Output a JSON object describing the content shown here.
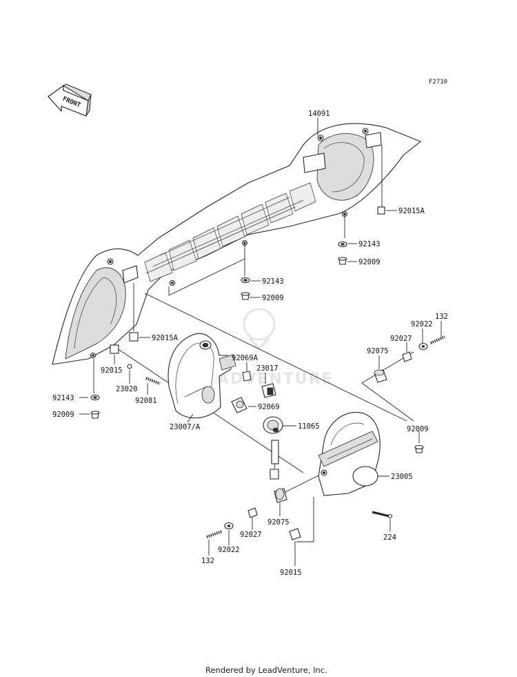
{
  "figure_id": "F2710",
  "front_label": "FRONT",
  "footer": "Rendered by LeadVenture, Inc.",
  "watermark": "LEADVENTURE",
  "parts": {
    "p14091": "14091",
    "p92015A_r": "92015A",
    "p92143_r": "92143",
    "p92009_r": "92009",
    "p92143_c": "92143",
    "p92009_c": "92009",
    "p92015A_l": "92015A",
    "p92015_l": "92015",
    "p23020": "23020",
    "p92081": "92081",
    "p92143_l": "92143",
    "p92009_l": "92009",
    "p23007A": "23007/A",
    "p92069A": "92069A",
    "p23017": "23017",
    "p92069": "92069",
    "p11065": "11065",
    "p132_r": "132",
    "p92022_r": "92022",
    "p92027_r": "92027",
    "p92075_r": "92075",
    "p92009_rr": "92009",
    "p23005": "23005",
    "p224": "224",
    "p92075_b": "92075",
    "p92027_b": "92027",
    "p92022_b": "92022",
    "p132_b": "132",
    "p92015_b": "92015"
  }
}
